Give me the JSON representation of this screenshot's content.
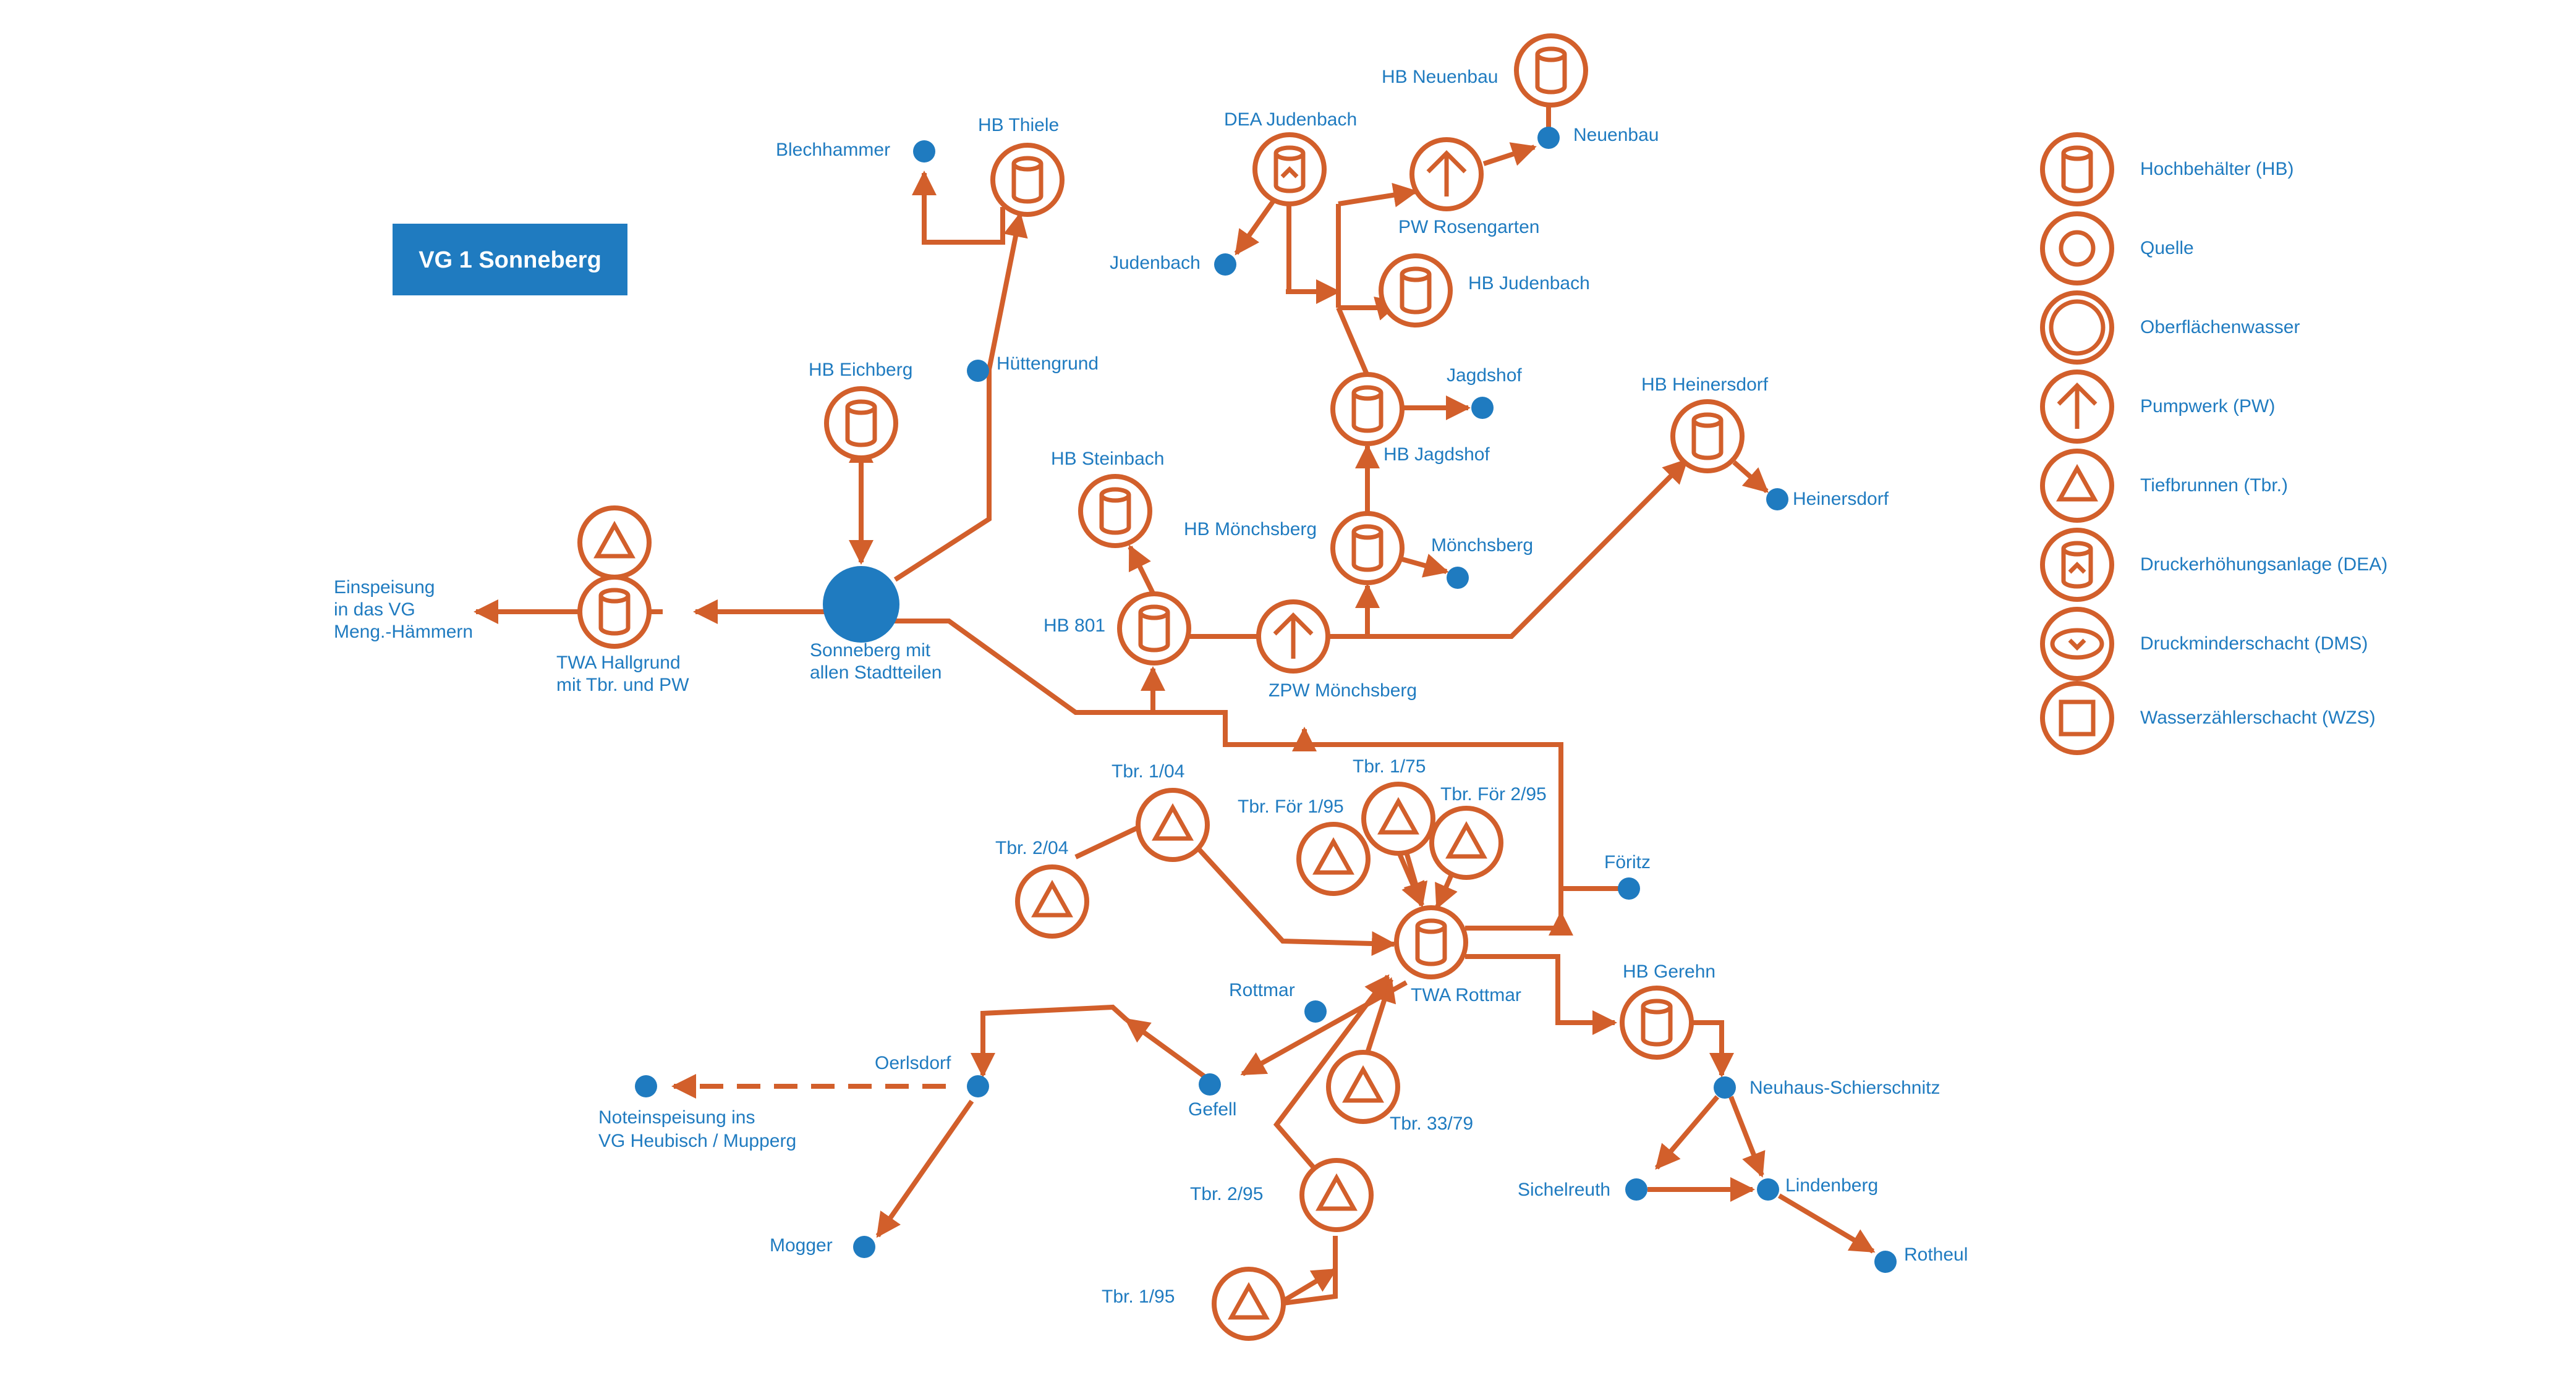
{
  "title": "VG 1 Sonneberg",
  "colors": {
    "pipe": "#d25f2b",
    "node": "#1f7bc0",
    "title_bg": "#1f7bc0",
    "title_text": "#ffffff"
  },
  "legend": [
    {
      "icon": "hochbehaelter-icon",
      "label": "Hochbehälter (HB)"
    },
    {
      "icon": "quelle-icon",
      "label": "Quelle"
    },
    {
      "icon": "oberflaechenwasser-icon",
      "label": "Oberflächenwasser"
    },
    {
      "icon": "pumpwerk-icon",
      "label": "Pumpwerk (PW)"
    },
    {
      "icon": "tiefbrunnen-icon",
      "label": "Tiefbrunnen (Tbr.)"
    },
    {
      "icon": "druckerhoehungsanlage-icon",
      "label": "Druckerhöhungsanlage (DEA)"
    },
    {
      "icon": "druckminderschacht-icon",
      "label": "Druckminderschacht (DMS)"
    },
    {
      "icon": "wasserzaehlerschacht-icon",
      "label": "Wasserzählerschacht (WZS)"
    }
  ],
  "labels": {
    "einspeisung": [
      "Einspeisung",
      "in das  VG",
      "Meng.-Hämmern"
    ],
    "twa_hallgrund": [
      "TWA Hallgrund",
      "mit Tbr. und PW"
    ],
    "sonneberg": [
      "Sonneberg mit",
      "allen Stadtteilen"
    ],
    "hb_eichberg": "HB Eichberg",
    "blechhammer": "Blechhammer",
    "hb_thiele": "HB Thiele",
    "huettengrund": "Hüttengrund",
    "dea_judenbach": "DEA Judenbach",
    "judenbach": "Judenbach",
    "hb_neuenbau": "HB Neuenbau",
    "neuenbau": "Neuenbau",
    "pw_rosengarten": "PW Rosengarten",
    "hb_judenbach": "HB Judenbach",
    "jagdshof": "Jagdshof",
    "hb_jagdshof": "HB Jagdshof",
    "hb_heinersdorf": "HB Heinersdorf",
    "heinersdorf": "Heinersdorf",
    "hb_steinbach": "HB Steinbach",
    "hb_moenchsberg": "HB Mönchsberg",
    "moenchsberg": "Mönchsberg",
    "hb_801": "HB 801",
    "zpw_moenchsberg": "ZPW Mönchsberg",
    "tbr_1_04": "Tbr. 1/04",
    "tbr_2_04": "Tbr. 2/04",
    "tbr_1_75": "Tbr. 1/75",
    "tbr_foer_1_95": "Tbr. För 1/95",
    "tbr_foer_2_95": "Tbr. För 2/95",
    "foeritz": "Föritz",
    "twa_rottmar": "TWA Rottmar",
    "rottmar": "Rottmar",
    "hb_gerehn": "HB Gerehn",
    "neuhaus": "Neuhaus-Schierschnitz",
    "oerlsdorf": "Oerlsdorf",
    "noteinspeisung": [
      "Noteinspeisung ins",
      "VG Heubisch / Mupperg"
    ],
    "gefell": "Gefell",
    "tbr_33_79": "Tbr. 33/79",
    "mogger": "Mogger",
    "tbr_2_95": "Tbr. 2/95",
    "sichelreuth": "Sichelreuth",
    "lindenberg": "Lindenberg",
    "tbr_1_95": "Tbr. 1/95",
    "rotheul": "Rotheul"
  }
}
